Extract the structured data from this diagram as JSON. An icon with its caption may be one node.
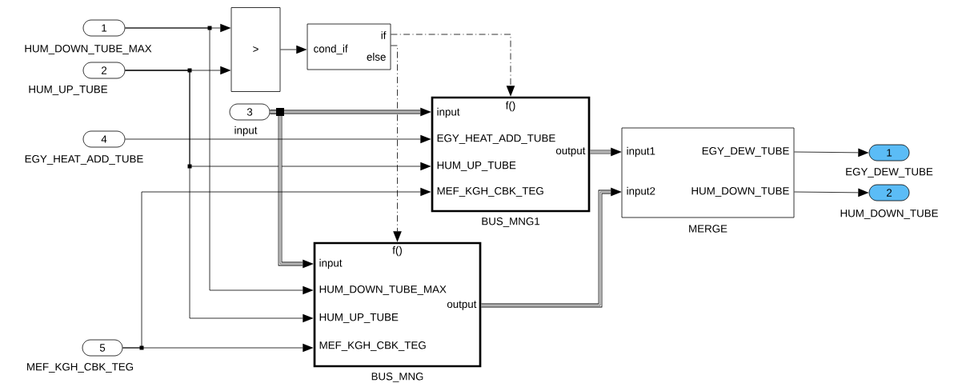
{
  "diagram": {
    "nodes": [
      {
        "text": [
          "1"
        ],
        "beside": [
          "HUM_DOWN_TUBE_MAX"
        ]
      },
      {
        "text": [
          "2"
        ],
        "beside": [
          "HUM_UP_TUBE"
        ]
      },
      {
        "text": [
          ">"
        ]
      },
      {
        "text": [
          "cond_if",
          "if",
          "else"
        ]
      },
      {
        "text": [
          "3"
        ],
        "beside": [
          "input"
        ]
      },
      {
        "text": [
          "4"
        ],
        "beside": [
          "EGY_HEAT_ADD_TUBE"
        ]
      },
      {
        "text": [
          "f()",
          "input",
          "EGY_HEAT_ADD_TUBE",
          "HUM_UP_TUBE",
          "MEF_KGH_CBK_TEG",
          "output"
        ],
        "beside": [
          "BUS_MNG1"
        ]
      },
      {
        "text": [
          "input1",
          "input2",
          "EGY_DEW_TUBE",
          "HUM_DOWN_TUBE"
        ],
        "beside": [
          "MERGE"
        ]
      },
      {
        "text": [
          "1"
        ],
        "beside": [
          "EGY_DEW_TUBE"
        ]
      },
      {
        "text": [
          "2"
        ],
        "beside": [
          "HUM_DOWN_TUBE"
        ]
      },
      {
        "text": [
          "f()",
          "input",
          "HUM_DOWN_TUBE_MAX",
          "HUM_UP_TUBE",
          "MEF_KGH_CBK_TEG",
          "output"
        ],
        "beside": [
          "BUS_MNG"
        ]
      },
      {
        "text": [
          "5"
        ],
        "beside": [
          "MEF_KGH_CBK_TEG"
        ]
      }
    ],
    "edges": [
      {
        "from": 0,
        "to": 2,
        "arrow": "to"
      },
      {
        "from": 0,
        "to": 10,
        "arrow": "to"
      },
      {
        "from": 1,
        "to": 2,
        "arrow": "to"
      },
      {
        "from": 1,
        "to": 6,
        "arrow": "to"
      },
      {
        "from": 1,
        "to": 10,
        "arrow": "to"
      },
      {
        "from": 2,
        "to": 3,
        "arrow": "to"
      },
      {
        "from": 3,
        "to": 6,
        "arrow": "to",
        "style": "dashed"
      },
      {
        "from": 3,
        "to": 10,
        "arrow": "to",
        "style": "dashed"
      },
      {
        "from": 4,
        "to": 6,
        "arrow": "to",
        "style": "thick"
      },
      {
        "from": 4,
        "to": 10,
        "arrow": "to",
        "style": "thick"
      },
      {
        "from": 5,
        "to": 6,
        "arrow": "to"
      },
      {
        "from": 11,
        "to": 6,
        "arrow": "to"
      },
      {
        "from": 11,
        "to": 10,
        "arrow": "to"
      },
      {
        "from": 6,
        "to": 7,
        "arrow": "to",
        "style": "thick"
      },
      {
        "from": 10,
        "to": 7,
        "arrow": "to",
        "style": "thick"
      },
      {
        "from": 7,
        "to": 8,
        "arrow": "to"
      },
      {
        "from": 7,
        "to": 9,
        "arrow": "to"
      }
    ]
  }
}
